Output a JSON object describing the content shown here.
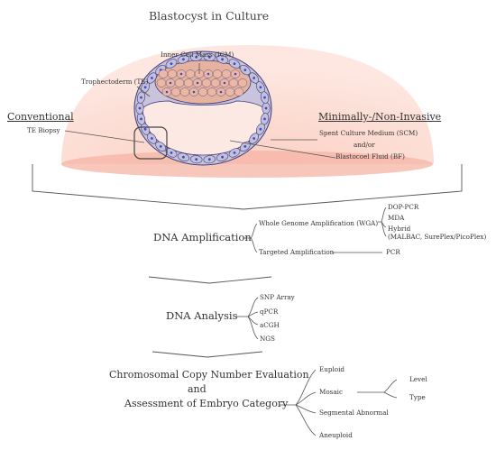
{
  "title": "Blastocyst in Culture",
  "embryo_labels": {
    "icm": "Inner Cell Mass (ICM)",
    "te": "Trophectoderm (TE)"
  },
  "conventional": {
    "heading": "Conventional",
    "method": "TE Biopsy"
  },
  "noninvasive": {
    "heading": "Minimally-/Non-Invasive",
    "scm": "Spent Culture Medium (SCM)",
    "andor": "and/or",
    "bf": "Blastocoel Fluid (BF)"
  },
  "amplification": {
    "heading": "DNA Amplification",
    "wga": "Whole Genome Amplification (WGA)",
    "wga_methods": [
      "DOP-PCR",
      "MDA",
      "Hybrid",
      "(MALBAC, SurePlex/PicoPlex)"
    ],
    "targeted": "Targeted Amplification",
    "targeted_method": "PCR"
  },
  "analysis": {
    "heading": "DNA Analysis",
    "methods": [
      "SNP Array",
      "qPCR",
      "aCGH",
      "NGS"
    ]
  },
  "evaluation": {
    "heading_lines": [
      "Chromosomal Copy Number Evaluation",
      "and",
      "Assessment of Embryo Category"
    ],
    "categories": [
      "Euploid",
      "Mosaic",
      "Segmental Abnormal",
      "Aneuploid"
    ],
    "mosaic_subs": [
      "Level",
      "Type"
    ]
  },
  "colors": {
    "dome": "#fcdcd2",
    "dome_base": "#f7b7a9",
    "icm": "#ecb8a4",
    "cell_fill": "#c5c0da",
    "cell_stroke": "#3b3a7a",
    "nucleus": "#3a4bc8",
    "line": "#666666"
  }
}
